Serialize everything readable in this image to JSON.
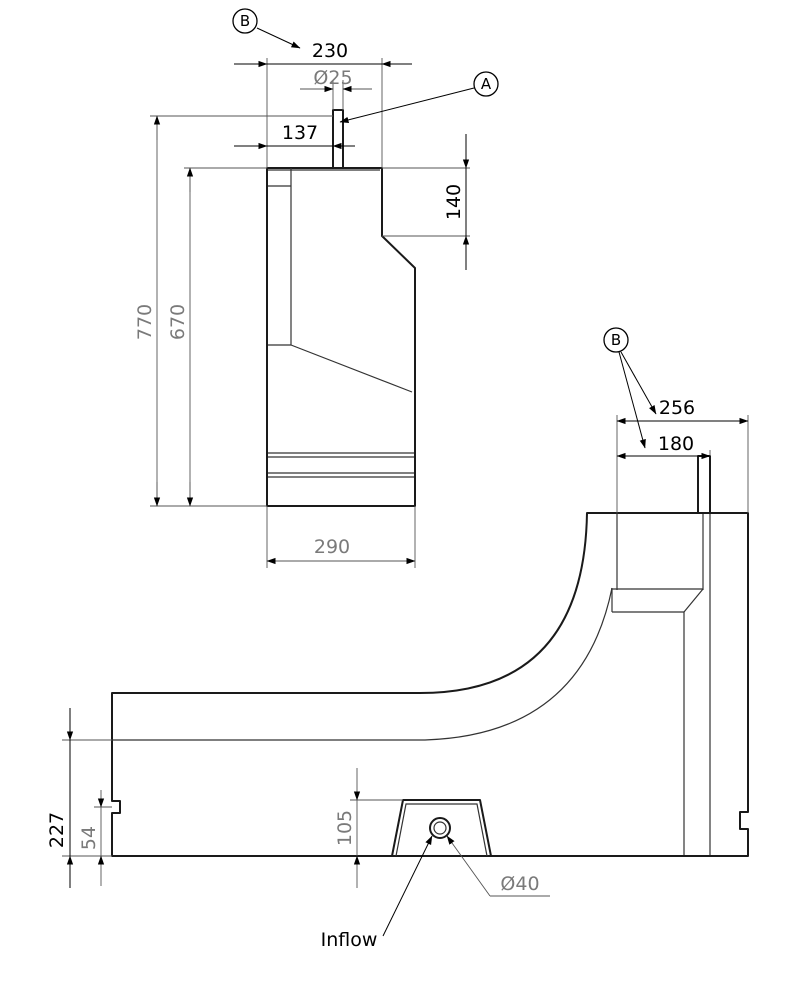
{
  "callouts": {
    "b_top": "B",
    "a": "A",
    "b_right": "B"
  },
  "dimensions": {
    "d230": "230",
    "dia25": "Ø25",
    "d137": "137",
    "d140": "140",
    "d770": "770",
    "d670": "670",
    "d290": "290",
    "d256": "256",
    "d180": "180",
    "d227": "227",
    "d54": "54",
    "d105": "105",
    "dia40": "Ø40"
  },
  "annotations": {
    "inflow": "Inflow"
  },
  "colors": {
    "dark_label": "#000000",
    "grey_label": "#7a7a7a",
    "lines": "#1a1a1a"
  }
}
